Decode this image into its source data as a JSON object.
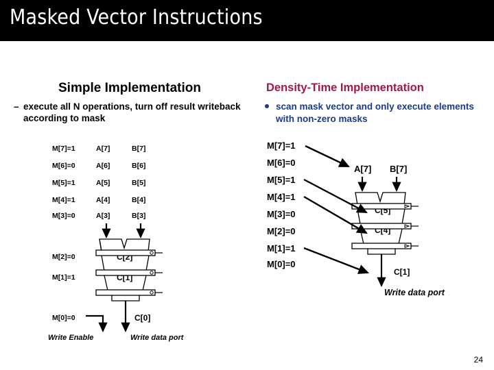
{
  "slide": {
    "title": "Masked Vector Instructions",
    "page_number": "24"
  },
  "left_panel": {
    "heading": "Simple Implementation",
    "bullet_marker": "–",
    "bullet_text": "execute all N operations, turn off result writeback according to mask",
    "mask_rows": [
      {
        "mask": "M[7]=1",
        "a": "A[7]",
        "b": "B[7]"
      },
      {
        "mask": "M[6]=0",
        "a": "A[6]",
        "b": "B[6]"
      },
      {
        "mask": "M[5]=1",
        "a": "A[5]",
        "b": "B[5]"
      },
      {
        "mask": "M[4]=1",
        "a": "A[4]",
        "b": "B[4]"
      },
      {
        "mask": "M[3]=0",
        "a": "A[3]",
        "b": "B[3]"
      }
    ],
    "pipeline_masks": [
      "M[2]=0",
      "M[1]=1",
      "M[0]=0"
    ],
    "stage_labels": [
      "C[2]",
      "C[1]",
      "C[0]"
    ],
    "write_enable_label": "Write Enable",
    "write_data_port_label": "Write data port"
  },
  "right_panel": {
    "heading": "Density-Time Implementation",
    "bullet_marker": "•",
    "bullet_text": "scan mask vector and only execute elements with non-zero masks",
    "mask_list": [
      "M[7]=1",
      "M[6]=0",
      "M[5]=1",
      "M[4]=1",
      "M[3]=0",
      "M[2]=0",
      "M[1]=1",
      "M[0]=0"
    ],
    "operand_labels": {
      "a": "A[7]",
      "b": "B[7]"
    },
    "stage_labels": [
      "C[5]",
      "C[4]",
      "C[1]"
    ],
    "write_data_port_label": "Write data port"
  },
  "colors": {
    "title_bar_bg": "#000000",
    "title_text": "#ffffff",
    "heading_red": "#9E1B41",
    "bullet_blue": "#1A3A8F",
    "body_black": "#000000",
    "page_bg": "#ffffff"
  }
}
